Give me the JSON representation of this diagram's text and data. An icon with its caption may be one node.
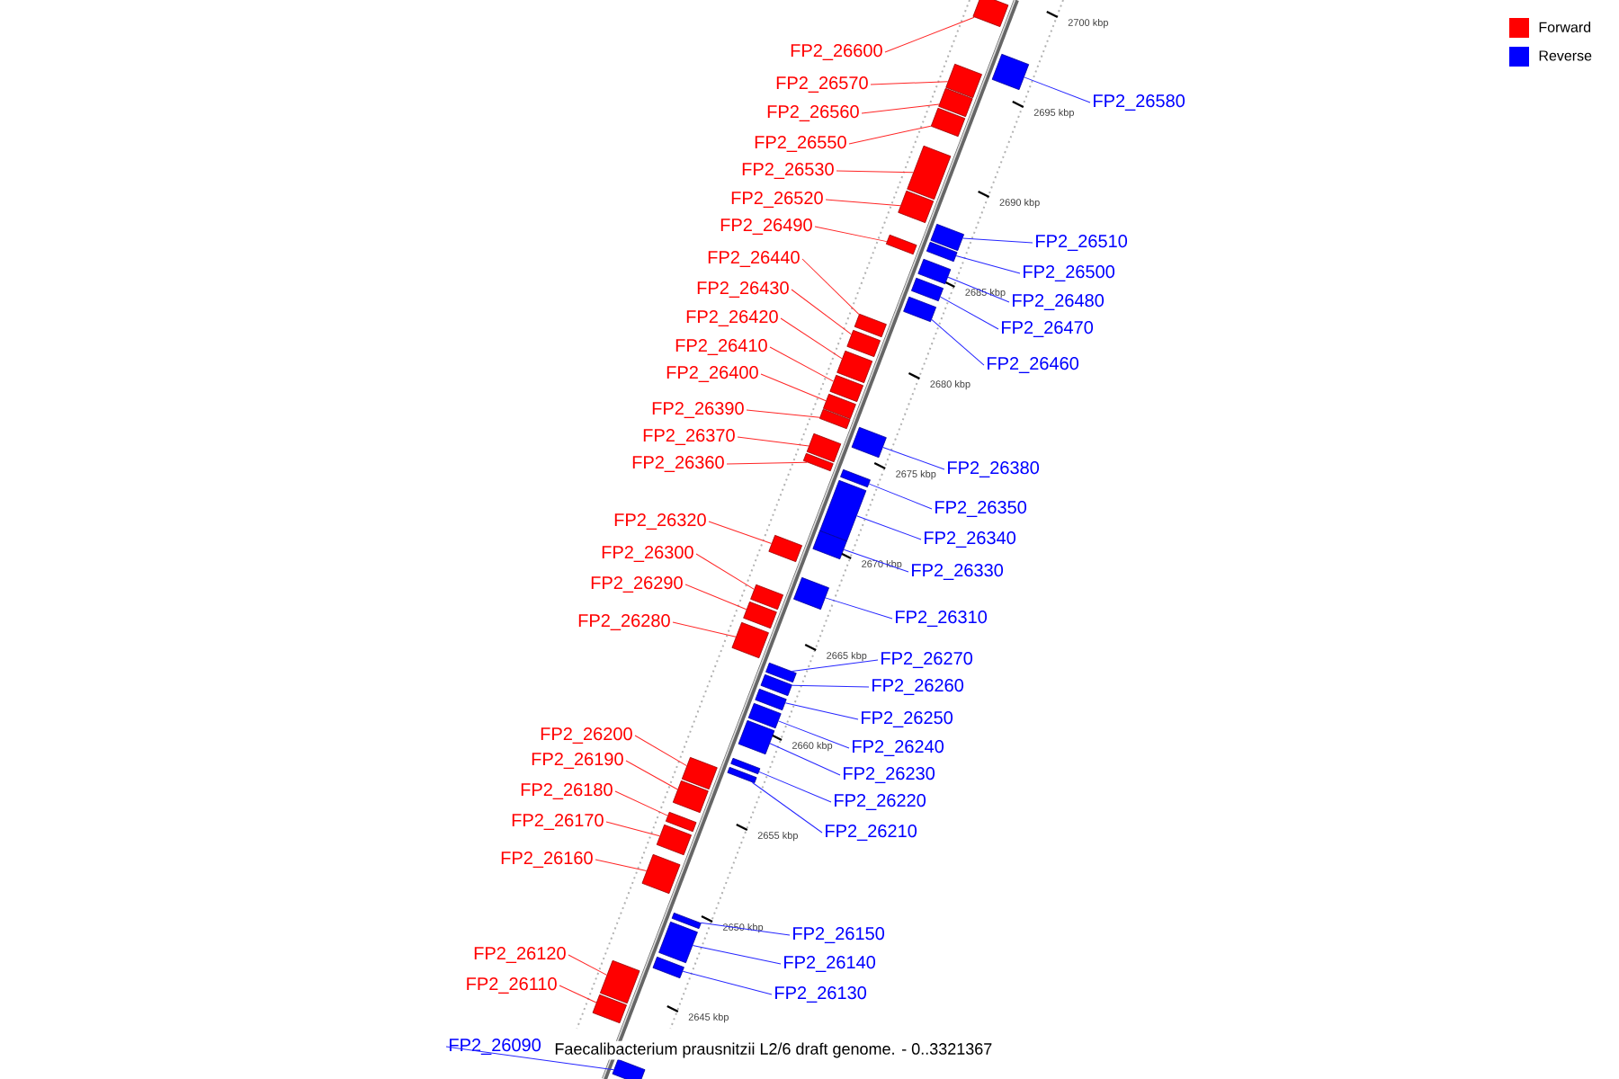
{
  "diagram": {
    "caption": "Faecalibacterium prausnitzii L2/6 draft genome. - 0..3321367",
    "nodes": [
      {
        "text": [
          "FP2_26600"
        ]
      },
      {
        "text": [
          "FP2_26570"
        ]
      },
      {
        "text": [
          "FP2_26580"
        ]
      },
      {
        "text": [
          "FP2_26560"
        ]
      },
      {
        "text": [
          "FP2_26550"
        ]
      },
      {
        "text": [
          "FP2_26530"
        ]
      },
      {
        "text": [
          "FP2_26520"
        ]
      },
      {
        "text": [
          "FP2_26490"
        ]
      },
      {
        "text": [
          "FP2_26510"
        ]
      },
      {
        "text": [
          "FP2_26440"
        ]
      },
      {
        "text": [
          "FP2_26500"
        ]
      },
      {
        "text": [
          "FP2_26430"
        ]
      },
      {
        "text": [
          "FP2_26480"
        ]
      },
      {
        "text": [
          "FP2_26420"
        ]
      },
      {
        "text": [
          "FP2_26470"
        ]
      },
      {
        "text": [
          "FP2_26410"
        ]
      },
      {
        "text": [
          "FP2_26460"
        ]
      },
      {
        "text": [
          "FP2_26400"
        ]
      },
      {
        "text": [
          "FP2_26390"
        ]
      },
      {
        "text": [
          "FP2_26370"
        ]
      },
      {
        "text": [
          "FP2_26360"
        ]
      },
      {
        "text": [
          "FP2_26380"
        ]
      },
      {
        "text": [
          "FP2_26350"
        ]
      },
      {
        "text": [
          "FP2_26320"
        ]
      },
      {
        "text": [
          "FP2_26340"
        ]
      },
      {
        "text": [
          "FP2_26300"
        ]
      },
      {
        "text": [
          "FP2_26330"
        ]
      },
      {
        "text": [
          "FP2_26290"
        ]
      },
      {
        "text": [
          "FP2_26310"
        ]
      },
      {
        "text": [
          "FP2_26280"
        ]
      },
      {
        "text": [
          "FP2_26270"
        ]
      },
      {
        "text": [
          "FP2_26260"
        ]
      },
      {
        "text": [
          "FP2_26250"
        ]
      },
      {
        "text": [
          "FP2_26200"
        ]
      },
      {
        "text": [
          "FP2_26240"
        ]
      },
      {
        "text": [
          "FP2_26190"
        ]
      },
      {
        "text": [
          "FP2_26230"
        ]
      },
      {
        "text": [
          "FP2_26180"
        ]
      },
      {
        "text": [
          "FP2_26220"
        ]
      },
      {
        "text": [
          "FP2_26170"
        ]
      },
      {
        "text": [
          "FP2_26210"
        ]
      },
      {
        "text": [
          "FP2_26160"
        ]
      },
      {
        "text": [
          "FP2_26150"
        ]
      },
      {
        "text": [
          "FP2_26120"
        ]
      },
      {
        "text": [
          "FP2_26140"
        ]
      },
      {
        "text": [
          "FP2_26110"
        ]
      },
      {
        "text": [
          "FP2_26130"
        ]
      },
      {
        "text": [
          "FP2_26090"
        ]
      },
      {
        "text": [],
        "shape": "box"
      },
      {
        "text": [],
        "shape": "box"
      },
      {
        "text": [],
        "shape": "box"
      },
      {
        "text": [],
        "shape": "box"
      },
      {
        "text": [],
        "shape": "box"
      },
      {
        "text": [],
        "shape": "box"
      },
      {
        "text": [],
        "shape": "box"
      },
      {
        "text": [],
        "shape": "box"
      },
      {
        "text": [],
        "shape": "box"
      },
      {
        "text": [],
        "shape": "box"
      },
      {
        "text": [],
        "shape": "box"
      },
      {
        "text": [],
        "shape": "box"
      },
      {
        "text": [],
        "shape": "box"
      },
      {
        "text": [],
        "shape": "box"
      },
      {
        "text": [],
        "shape": "box"
      },
      {
        "text": [],
        "shape": "box"
      },
      {
        "text": [],
        "shape": "box"
      },
      {
        "text": [],
        "shape": "box"
      },
      {
        "text": [],
        "shape": "box"
      },
      {
        "text": [],
        "shape": "box"
      },
      {
        "text": [],
        "shape": "box"
      },
      {
        "text": [],
        "shape": "box"
      },
      {
        "text": [],
        "shape": "box"
      },
      {
        "text": [],
        "shape": "box"
      },
      {
        "text": [],
        "shape": "box"
      },
      {
        "text": [],
        "shape": "box"
      },
      {
        "text": [],
        "shape": "box"
      },
      {
        "text": [],
        "shape": "box"
      },
      {
        "text": [],
        "shape": "box"
      },
      {
        "text": [],
        "shape": "box"
      },
      {
        "text": [],
        "shape": "box"
      },
      {
        "text": [],
        "shape": "box"
      },
      {
        "text": [],
        "shape": "box"
      },
      {
        "text": [],
        "shape": "box"
      },
      {
        "text": [],
        "shape": "box"
      },
      {
        "text": [],
        "shape": "box"
      },
      {
        "text": [],
        "shape": "box"
      },
      {
        "text": [],
        "shape": "box"
      },
      {
        "text": [],
        "shape": "box"
      },
      {
        "text": [],
        "shape": "box"
      },
      {
        "text": [],
        "shape": "box"
      },
      {
        "text": [],
        "shape": "box"
      },
      {
        "text": [],
        "shape": "box"
      },
      {
        "text": [],
        "shape": "box"
      },
      {
        "text": [],
        "shape": "box"
      },
      {
        "text": [],
        "shape": "box"
      },
      {
        "text": [],
        "shape": "box"
      },
      {
        "text": [],
        "shape": "box"
      }
    ],
    "edges": [
      {
        "from": 0,
        "to": 48,
        "arrow": "none"
      },
      {
        "from": 1,
        "to": 49,
        "arrow": "none"
      },
      {
        "from": 2,
        "to": 50,
        "arrow": "none",
        "color": "#2626ff"
      },
      {
        "from": 3,
        "to": 51,
        "arrow": "none"
      },
      {
        "from": 4,
        "to": 52,
        "arrow": "none"
      },
      {
        "from": 5,
        "to": 53,
        "arrow": "none"
      },
      {
        "from": 6,
        "to": 54,
        "arrow": "none"
      },
      {
        "from": 7,
        "to": 55,
        "arrow": "none"
      },
      {
        "from": 8,
        "to": 56,
        "arrow": "none",
        "color": "#2626ff"
      },
      {
        "from": 9,
        "to": 57,
        "arrow": "none"
      },
      {
        "from": 10,
        "to": 58,
        "arrow": "none",
        "color": "#2626ff"
      },
      {
        "from": 11,
        "to": 59,
        "arrow": "none"
      },
      {
        "from": 12,
        "to": 60,
        "arrow": "none",
        "color": "#2626ff"
      },
      {
        "from": 13,
        "to": 61,
        "arrow": "none"
      },
      {
        "from": 14,
        "to": 62,
        "arrow": "none",
        "color": "#2626ff"
      },
      {
        "from": 15,
        "to": 63,
        "arrow": "none"
      },
      {
        "from": 16,
        "to": 64,
        "arrow": "none",
        "color": "#2626ff"
      },
      {
        "from": 17,
        "to": 65,
        "arrow": "none"
      },
      {
        "from": 18,
        "to": 66,
        "arrow": "none"
      },
      {
        "from": 19,
        "to": 67,
        "arrow": "none"
      },
      {
        "from": 20,
        "to": 68,
        "arrow": "none"
      },
      {
        "from": 21,
        "to": 69,
        "arrow": "none",
        "color": "#2626ff"
      },
      {
        "from": 22,
        "to": 70,
        "arrow": "none",
        "color": "#2626ff"
      },
      {
        "from": 23,
        "to": 71,
        "arrow": "none"
      },
      {
        "from": 24,
        "to": 72,
        "arrow": "none",
        "color": "#2626ff"
      },
      {
        "from": 25,
        "to": 73,
        "arrow": "none"
      },
      {
        "from": 26,
        "to": 74,
        "arrow": "none",
        "color": "#2626ff"
      },
      {
        "from": 27,
        "to": 75,
        "arrow": "none"
      },
      {
        "from": 28,
        "to": 76,
        "arrow": "none",
        "color": "#2626ff"
      },
      {
        "from": 29,
        "to": 77,
        "arrow": "none"
      },
      {
        "from": 30,
        "to": 78,
        "arrow": "none",
        "color": "#2626ff"
      },
      {
        "from": 31,
        "to": 79,
        "arrow": "none",
        "color": "#2626ff"
      },
      {
        "from": 32,
        "to": 80,
        "arrow": "none",
        "color": "#2626ff"
      },
      {
        "from": 33,
        "to": 81,
        "arrow": "none"
      },
      {
        "from": 34,
        "to": 82,
        "arrow": "none",
        "color": "#2626ff"
      },
      {
        "from": 35,
        "to": 83,
        "arrow": "none"
      },
      {
        "from": 36,
        "to": 84,
        "arrow": "none",
        "color": "#2626ff"
      },
      {
        "from": 37,
        "to": 85,
        "arrow": "none"
      },
      {
        "from": 38,
        "to": 86,
        "arrow": "none",
        "color": "#2626ff"
      },
      {
        "from": 39,
        "to": 87,
        "arrow": "none"
      },
      {
        "from": 40,
        "to": 88,
        "arrow": "none",
        "color": "#2626ff"
      },
      {
        "from": 41,
        "to": 89,
        "arrow": "none"
      },
      {
        "from": 42,
        "to": 90,
        "arrow": "none",
        "color": "#2626ff"
      },
      {
        "from": 43,
        "to": 91,
        "arrow": "none"
      },
      {
        "from": 44,
        "to": 92,
        "arrow": "none",
        "color": "#2626ff"
      },
      {
        "from": 45,
        "to": 93,
        "arrow": "none"
      },
      {
        "from": 46,
        "to": 94,
        "arrow": "none",
        "color": "#2626ff"
      },
      {
        "from": 47,
        "to": 95,
        "arrow": "none",
        "color": "#2626ff"
      }
    ],
    "labels": [
      "2700 kbp",
      "2695 kbp",
      "2690 kbp",
      "2685 kbp",
      "2680 kbp",
      "2675 kbp",
      "2670 kbp",
      "2665 kbp",
      "2660 kbp",
      "2655 kbp",
      "2650 kbp",
      "2645 kbp"
    ],
    "legend": [
      {
        "text": "Forward",
        "color": "#ff0000"
      },
      {
        "text": "Reverse",
        "color": "#0000ff"
      }
    ]
  }
}
